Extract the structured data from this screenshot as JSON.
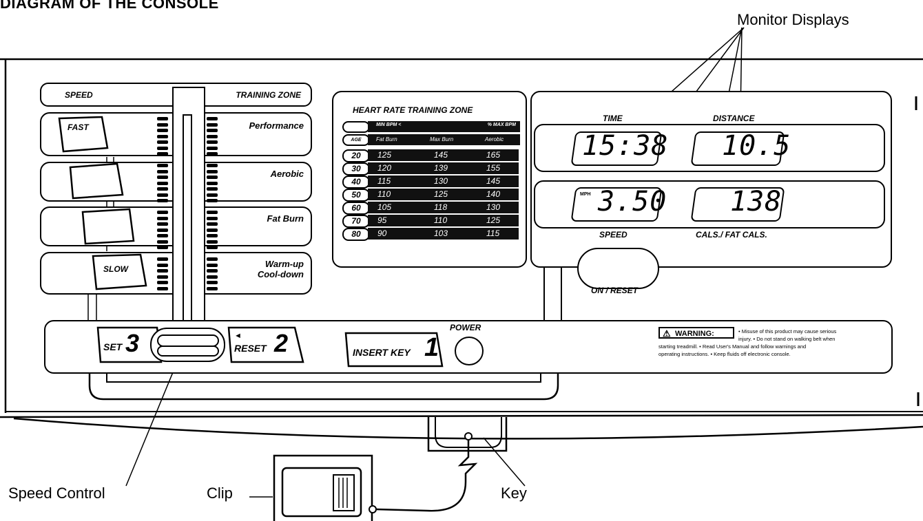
{
  "title": "DIAGRAM OF THE CONSOLE",
  "callouts": {
    "monitor_displays": "Monitor Displays",
    "speed_control": "Speed Control",
    "clip": "Clip",
    "key": "Key"
  },
  "speed_panel": {
    "speed_header": "SPEED",
    "zone_header": "TRAINING ZONE",
    "fast": "FAST",
    "slow": "SLOW",
    "zones": [
      "Performance",
      "Aerobic",
      "Fat Burn",
      "Warm-up",
      "Cool-down"
    ]
  },
  "heart_rate": {
    "title": "HEART RATE TRAINING ZONE",
    "bpm_min": "MIN BPM <",
    "bpm_max": "% MAX BPM",
    "headers": {
      "age": "AGE",
      "fat_burn": "Fat Burn",
      "max_burn": "Max Burn",
      "aerobic": "Aerobic"
    },
    "rows": [
      {
        "age": "20",
        "fat_burn": "125",
        "max_burn": "145",
        "aerobic": "165"
      },
      {
        "age": "30",
        "fat_burn": "120",
        "max_burn": "139",
        "aerobic": "155"
      },
      {
        "age": "40",
        "fat_burn": "115",
        "max_burn": "130",
        "aerobic": "145"
      },
      {
        "age": "50",
        "fat_burn": "110",
        "max_burn": "125",
        "aerobic": "140"
      },
      {
        "age": "60",
        "fat_burn": "105",
        "max_burn": "118",
        "aerobic": "130"
      },
      {
        "age": "70",
        "fat_burn": "95",
        "max_burn": "110",
        "aerobic": "125"
      },
      {
        "age": "80",
        "fat_burn": "90",
        "max_burn": "103",
        "aerobic": "115"
      }
    ]
  },
  "displays": {
    "time_label": "TIME",
    "distance_label": "DISTANCE",
    "speed_label": "SPEED",
    "cals_label": "CALS./ FAT CALS.",
    "time_value": "15:38",
    "distance_value": "10.5",
    "speed_value": "3.50",
    "speed_unit": "MPH",
    "cals_value": "138",
    "on_reset": "ON / RESET"
  },
  "steps": {
    "set_label": "SET",
    "set_num": "3",
    "reset_label": "RESET",
    "reset_num": "2",
    "insert_key_label": "INSERT KEY",
    "insert_key_num": "1",
    "power": "POWER"
  },
  "warning": {
    "label": "WARNING:",
    "lines": [
      "• Misuse of this product may cause serious",
      "injury. • Do not stand on walking belt when",
      "starting treadmill. • Read User's Manual and follow warnings and",
      "operating instructions. • Keep fluids off electronic console."
    ]
  }
}
